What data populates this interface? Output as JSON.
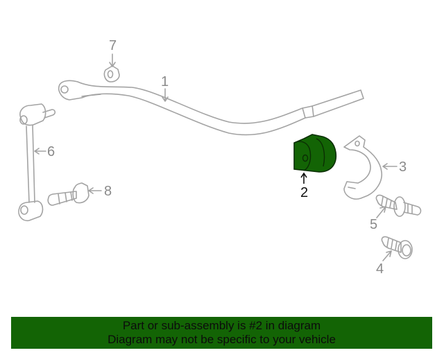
{
  "diagram": {
    "highlight_color": "#136405",
    "line_color": "#a0a0a0",
    "callouts": [
      {
        "id": "1",
        "label": "1",
        "part": "stabilizer-bar"
      },
      {
        "id": "2",
        "label": "2",
        "part": "bushing",
        "highlighted": true
      },
      {
        "id": "3",
        "label": "3",
        "part": "bracket"
      },
      {
        "id": "4",
        "label": "4",
        "part": "bolt"
      },
      {
        "id": "5",
        "label": "5",
        "part": "stud"
      },
      {
        "id": "6",
        "label": "6",
        "part": "stabilizer-link"
      },
      {
        "id": "7",
        "label": "7",
        "part": "nut"
      },
      {
        "id": "8",
        "label": "8",
        "part": "bolt"
      }
    ]
  },
  "banner": {
    "line1": "Part or sub-assembly is #2 in diagram",
    "line2": "Diagram may not be specific to your vehicle",
    "background": "#136405"
  }
}
